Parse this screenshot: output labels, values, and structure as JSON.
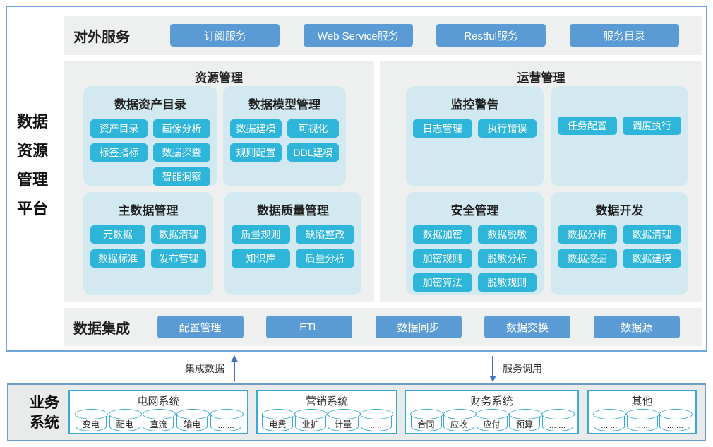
{
  "colors": {
    "accent_blue": "#5b9bd5",
    "accent_cyan": "#2eb6da",
    "group_box_bg": "#d2e9f1",
    "panel_bg": "#eef0f0",
    "cyan_border": "#3aa9d6",
    "arrow_blue": "#4472c4"
  },
  "platform": {
    "title_lines": [
      "数据",
      "资源",
      "管理",
      "平台"
    ]
  },
  "external_services": {
    "label": "对外服务",
    "buttons": [
      "订阅服务",
      "Web Service服务",
      "Restful服务",
      "服务目录"
    ]
  },
  "resource": {
    "title": "资源管理",
    "asset": {
      "title": "数据资产目录",
      "items": [
        "资产目录",
        "画像分析",
        "标签指标",
        "数据探查",
        "智能洞察"
      ]
    },
    "model": {
      "title": "数据模型管理",
      "items": [
        "数据建模",
        "可视化",
        "规则配置",
        "DDL建模"
      ]
    },
    "master": {
      "title": "主数据管理",
      "items": [
        "元数据",
        "数据清理",
        "数据标准",
        "发布管理"
      ]
    },
    "quality": {
      "title": "数据质量管理",
      "items": [
        "质量规则",
        "缺陷整改",
        "知识库",
        "质量分析"
      ]
    }
  },
  "operation": {
    "title": "运营管理",
    "monitor": {
      "title": "监控警告",
      "items": [
        "日志管理",
        "执行错误"
      ]
    },
    "schedule": {
      "items": [
        "任务配置",
        "调度执行"
      ]
    },
    "security": {
      "title": "安全管理",
      "items": [
        "数据加密",
        "数据脱敏",
        "加密规则",
        "脱敏分析",
        "加密算法",
        "脱敏规则"
      ]
    },
    "dev": {
      "title": "数据开发",
      "items": [
        "数据分析",
        "数据清理",
        "数据挖掘",
        "数据建模"
      ]
    }
  },
  "integration": {
    "label": "数据集成",
    "buttons": [
      "配置管理",
      "ETL",
      "数据同步",
      "数据交换",
      "数据源"
    ]
  },
  "flows": {
    "up_label": "集成数据",
    "down_label": "服务调用"
  },
  "business": {
    "label_lines": [
      "业务",
      "系统"
    ],
    "systems": [
      {
        "title": "电网系统",
        "dbs": [
          "变电",
          "配电",
          "直流",
          "输电",
          "... ..."
        ]
      },
      {
        "title": "营销系统",
        "dbs": [
          "电费",
          "业扩",
          "计量",
          "... ..."
        ]
      },
      {
        "title": "财务系统",
        "dbs": [
          "合同",
          "应收",
          "应付",
          "预算",
          "... ..."
        ]
      },
      {
        "title": "其他",
        "dbs": [
          "... ...",
          "... ...",
          "... ..."
        ]
      }
    ]
  }
}
